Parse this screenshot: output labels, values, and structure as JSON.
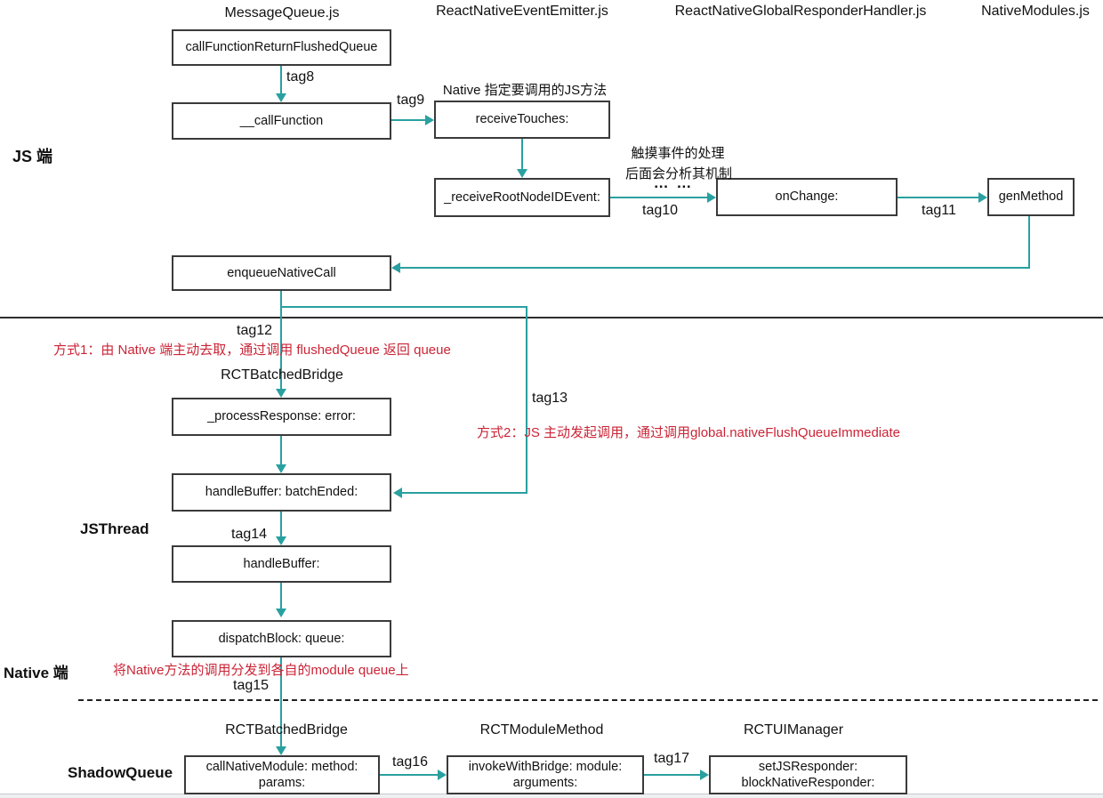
{
  "colors": {
    "arrow": "#2aa0a0",
    "note": "#cb2436",
    "border": "#3a3a3a",
    "separator": "#2e2e2e"
  },
  "file_headers": {
    "messageQueue": "MessageQueue.js",
    "reactNativeEventEmitter": "ReactNativeEventEmitter.js",
    "reactNativeGlobalResponderHandler": "ReactNativeGlobalResponderHandler.js",
    "nativeModules": "NativeModules.js"
  },
  "class_headers": {
    "rctBatchedBridge1": "RCTBatchedBridge",
    "rctBatchedBridge2": "RCTBatchedBridge",
    "rctModuleMethod": "RCTModuleMethod",
    "rctUIManager": "RCTUIManager"
  },
  "sections": {
    "js": "JS 端",
    "jsThread": "JSThread",
    "native": "Native 端",
    "shadowQueue": "ShadowQueue"
  },
  "boxes": {
    "callFunctionReturnFlushedQueue": "callFunctionReturnFlushedQueue",
    "callFunction": "__callFunction",
    "receiveTouches": "receiveTouches:",
    "receiveRootNodeIDEvent": "_receiveRootNodeIDEvent:",
    "onChange": "onChange:",
    "genMethod": "genMethod",
    "enqueueNativeCall": "enqueueNativeCall",
    "processResponse": "_processResponse: error:",
    "handleBufferBatchEnded": "handleBuffer: batchEnded:",
    "handleBuffer": "handleBuffer:",
    "dispatchBlock": "dispatchBlock: queue:",
    "callNativeModule_l1": "callNativeModule: method:",
    "callNativeModule_l2": "params:",
    "invokeWithBridge_l1": "invokeWithBridge: module:",
    "invokeWithBridge_l2": "arguments:",
    "setJSResponder_l1": "setJSResponder:",
    "setJSResponder_l2": "blockNativeResponder:"
  },
  "tags": {
    "t8": "tag8",
    "t9": "tag9",
    "t10": "tag10",
    "t11": "tag11",
    "t12": "tag12",
    "t13": "tag13",
    "t14": "tag14",
    "t15": "tag15",
    "t16": "tag16",
    "t17": "tag17"
  },
  "notes": {
    "nativeSpecify": "Native 指定要调用的JS方法",
    "touchLine1": "触摸事件的处理",
    "touchLine2": "后面会分析其机制",
    "ellipsis": "… …",
    "way1": "方式1：由 Native 端主动去取，通过调用 flushedQueue 返回 queue",
    "way2": "方式2：JS 主动发起调用，通过调用global.nativeFlushQueueImmediate",
    "dispatchNote": "将Native方法的调用分发到各自的module queue上"
  }
}
